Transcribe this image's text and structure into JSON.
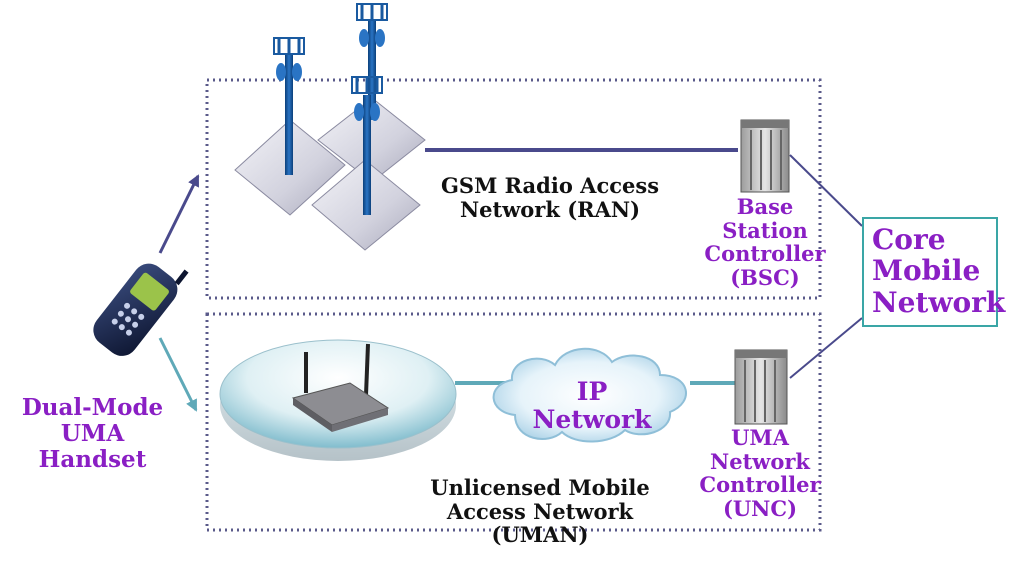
{
  "gsm_network": {
    "label_line1": "GSM Radio Access",
    "label_line2": "Network (RAN)"
  },
  "bsc": {
    "line1": "Base",
    "line2": "Station",
    "line3": "Controller",
    "line4": "(BSC)"
  },
  "core": {
    "line1": "Core",
    "line2": "Mobile",
    "line3": "Network"
  },
  "ip_network": {
    "line1": "IP",
    "line2": "Network"
  },
  "unc": {
    "line1": "UMA",
    "line2": "Network",
    "line3": "Controller",
    "line4": "(UNC)"
  },
  "uman": {
    "line1": "Unlicensed Mobile",
    "line2": "Access Network",
    "line3": "(UMAN)"
  },
  "handset": {
    "line1": "Dual-Mode",
    "line2": "UMA",
    "line3": "Handset"
  },
  "colors": {
    "label_purple": "#8a1fc4",
    "box_teal": "#3aa6a6",
    "link_navy": "#4a4a8c",
    "link_teal": "#5fa9b8",
    "dotted_border": "#5a5a8a"
  }
}
